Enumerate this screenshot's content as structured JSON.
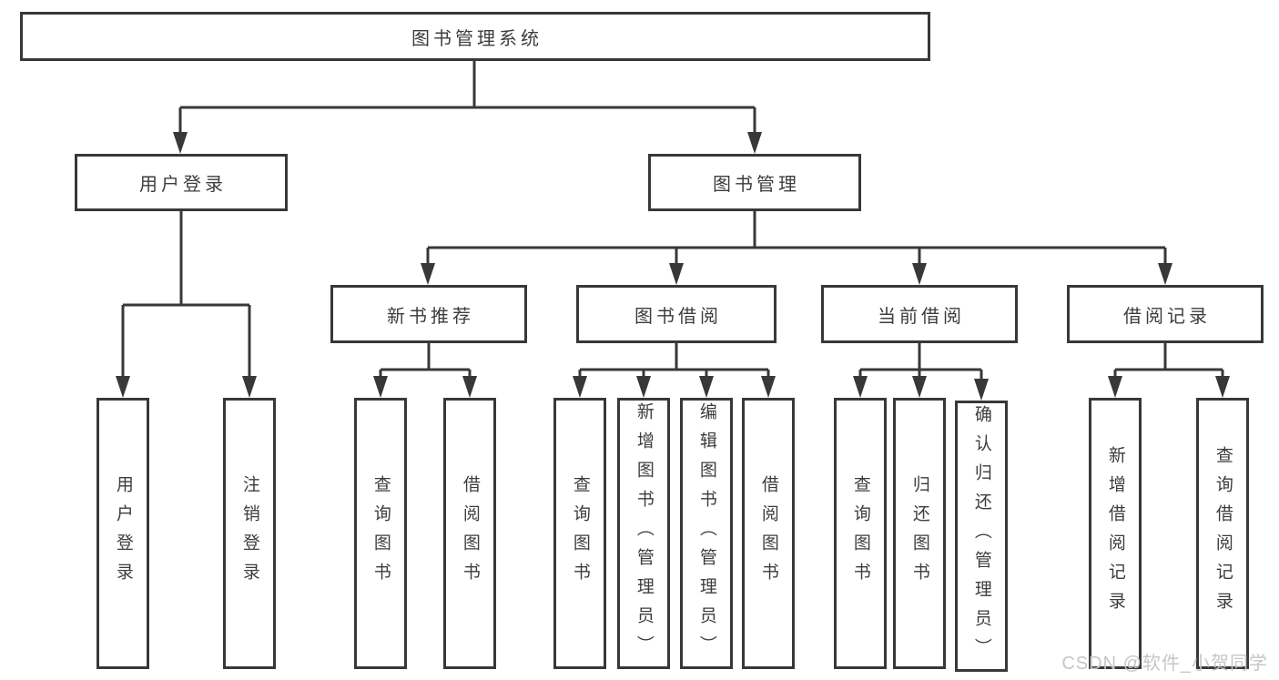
{
  "root": {
    "label": "图书管理系统"
  },
  "user_login_branch": {
    "label": "用户登录",
    "leaves": [
      "用户登录",
      "注销登录"
    ]
  },
  "book_mgmt_branch": {
    "label": "图书管理",
    "groups": [
      {
        "label": "新书推荐",
        "leaves": [
          "查询图书",
          "借阅图书"
        ]
      },
      {
        "label": "图书借阅",
        "leaves": [
          "查询图书",
          "新增图书（管理员）",
          "编辑图书（管理员）",
          "借阅图书"
        ]
      },
      {
        "label": "当前借阅",
        "leaves": [
          "查询图书",
          "归还图书",
          "确认归还（管理员）"
        ]
      },
      {
        "label": "借阅记录",
        "leaves": [
          "新增借阅记录",
          "查询借阅记录"
        ]
      }
    ]
  },
  "watermark": "CSDN @软件_小贺同学",
  "colors": {
    "line": "#383838",
    "text": "#3d3d3d",
    "box_background": "#ffffff",
    "watermark": "#c6c6c6"
  }
}
